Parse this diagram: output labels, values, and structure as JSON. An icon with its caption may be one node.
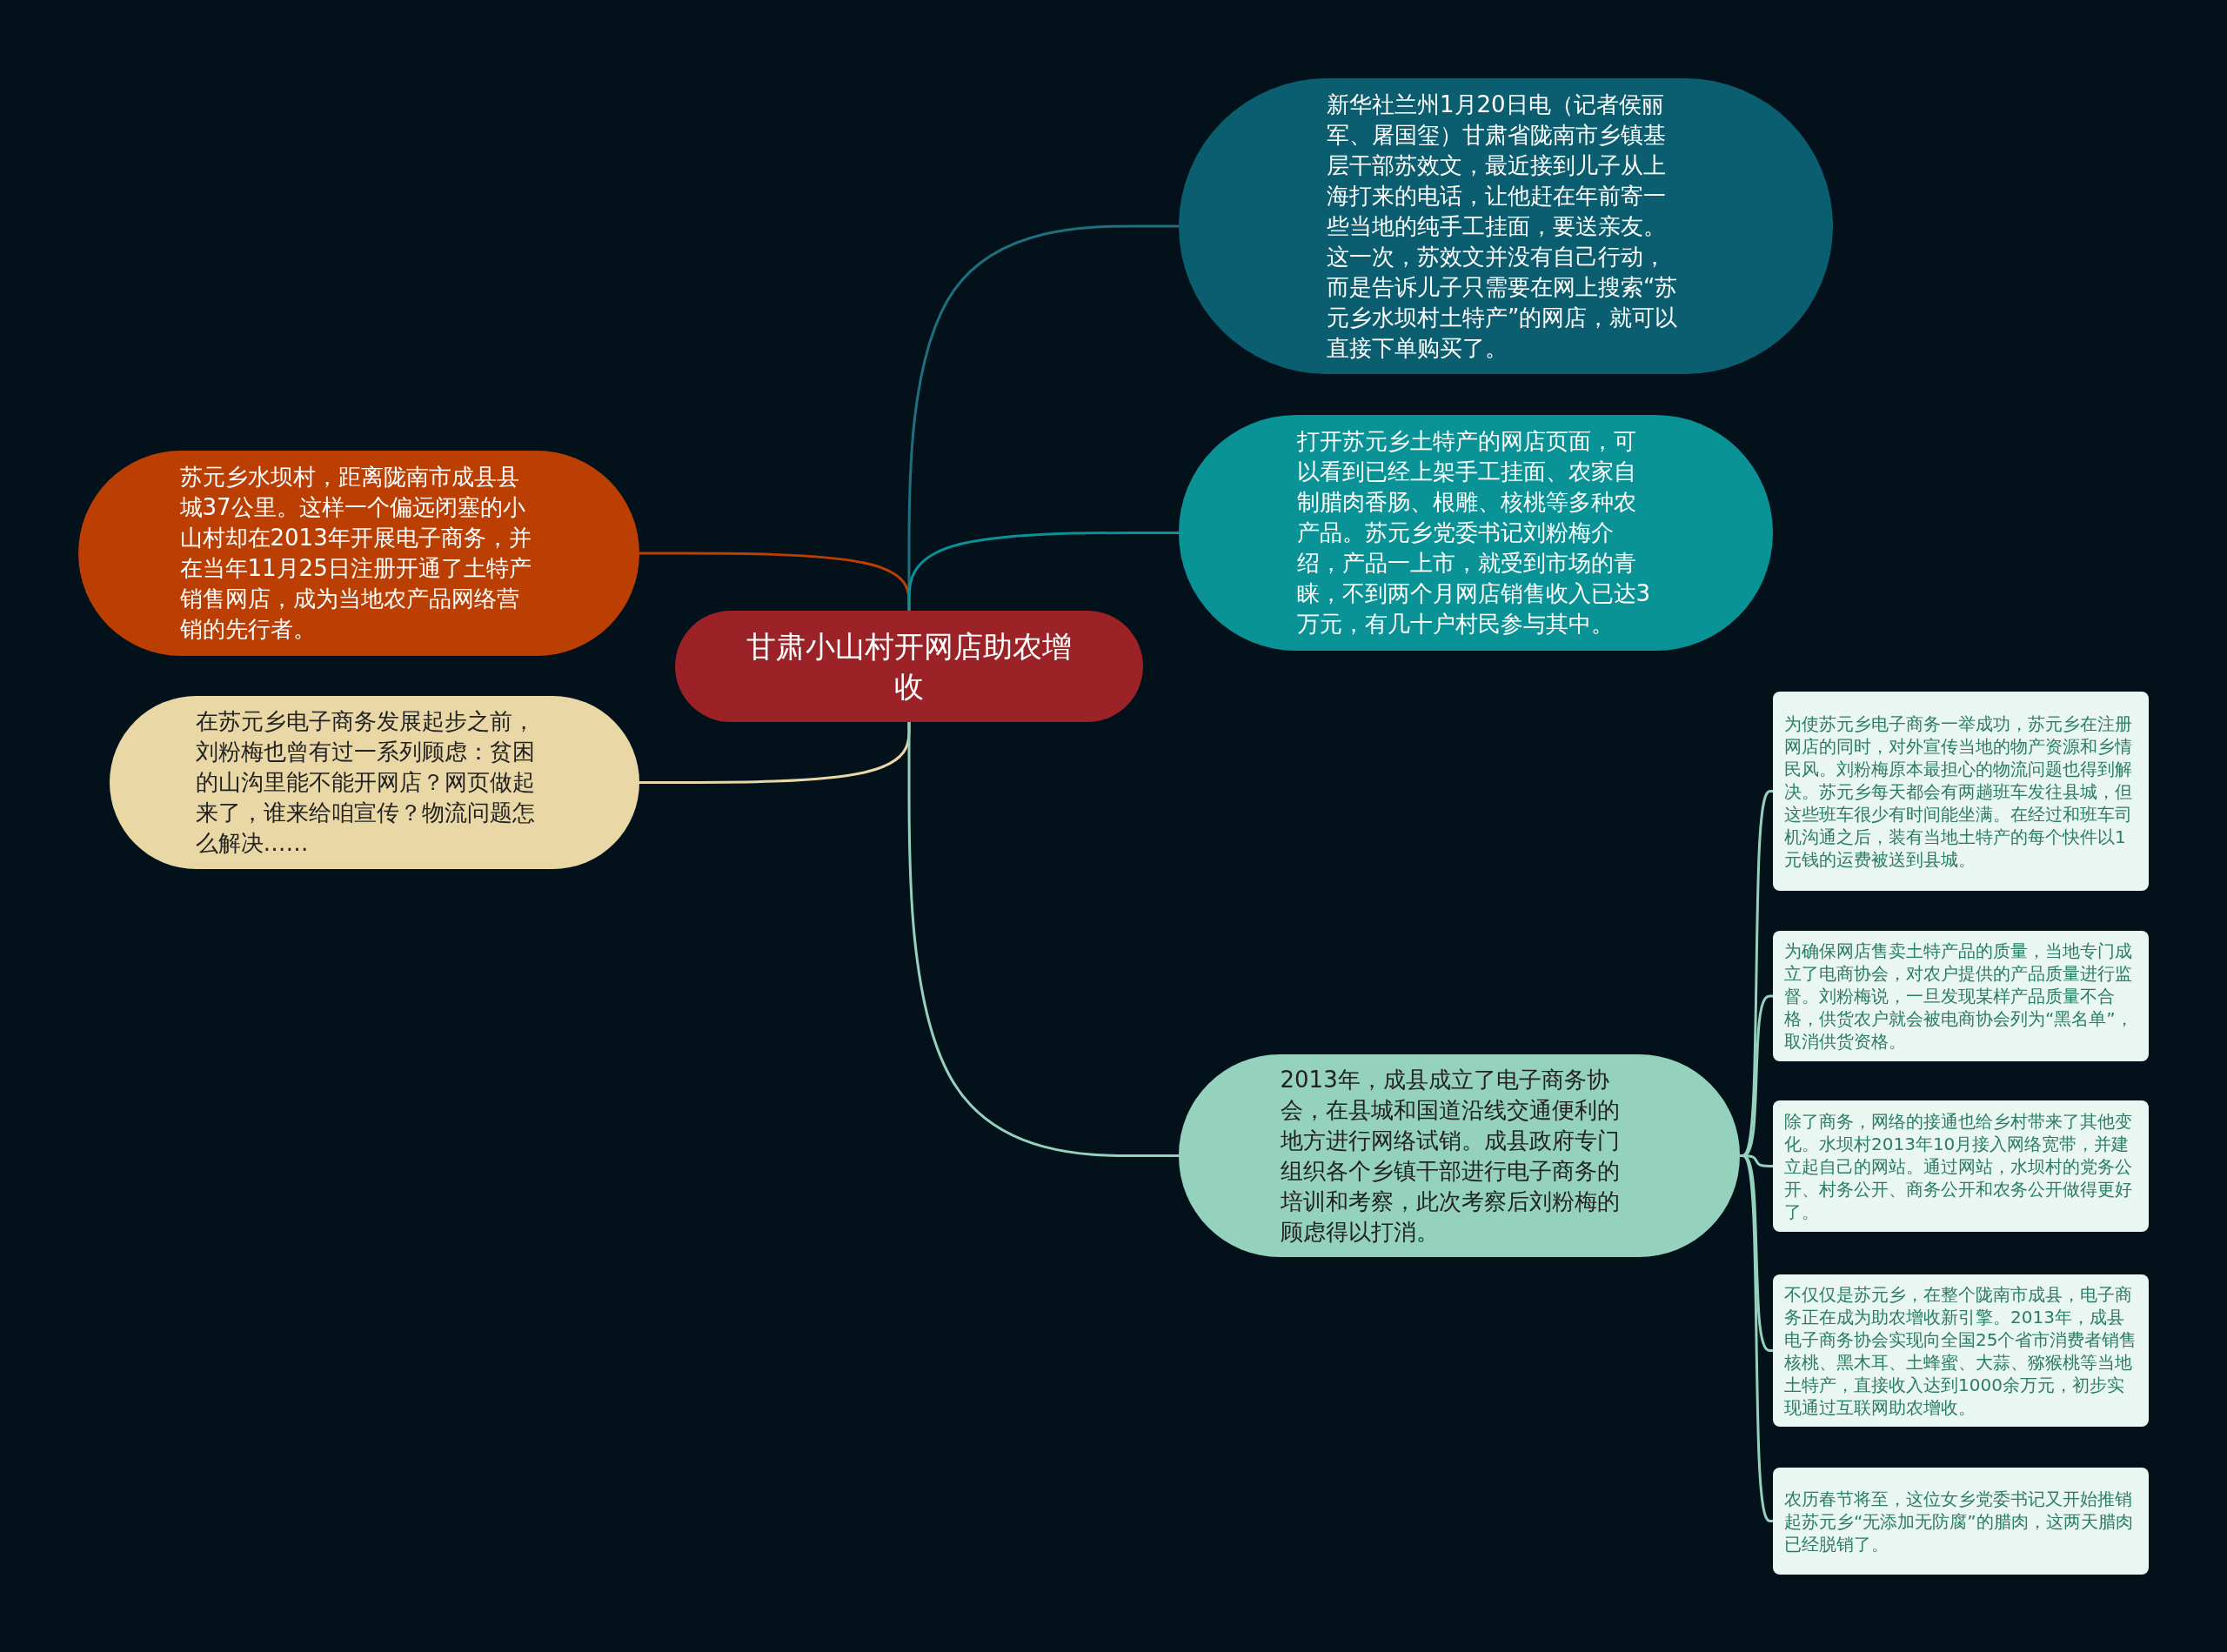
{
  "diagram": {
    "nodes": [
      {
        "text": [
          "甘肃小山村开网店助农增收"
        ]
      },
      {
        "text": [
          "新华社兰州1月20日电（记者侯丽军、屠国玺）甘肃省陇南市乡镇基层干部苏效文，最近接到儿子从上海打来的电话，让他赶在年前寄一些当地的纯手工挂面，要送亲友。这一次，苏效文并没有自己行动，而是告诉儿子只需要在网上搜索“苏元乡水坝村土特产”的网店，就可以直接下单购买了。"
        ]
      },
      {
        "text": [
          "苏元乡水坝村，距离陇南市成县县城37公里。这样一个偏远闭塞的小山村却在2013年开展电子商务，并在当年11月25日注册开通了土特产销售网店，成为当地农产品网络营销的先行者。"
        ]
      },
      {
        "text": [
          "打开苏元乡土特产的网店页面，可以看到已经上架手工挂面、农家自制腊肉香肠、根雕、核桃等多种农产品。苏元乡党委书记刘粉梅介绍，产品一上市，就受到市场的青睐，不到两个月网店销售收入已达3万元，有几十户村民参与其中。"
        ]
      },
      {
        "text": [
          "在苏元乡电子商务发展起步之前，刘粉梅也曾有过一系列顾虑：贫困的山沟里能不能开网店？网页做起来了，谁来给咱宣传？物流问题怎么解决……"
        ]
      },
      {
        "text": [
          "2013年，成县成立了电子商务协会，在县城和国道沿线交通便利的地方进行网络试销。成县政府专门组织各个乡镇干部进行电子商务的培训和考察，此次考察后刘粉梅的顾虑得以打消。"
        ]
      },
      {
        "text": [
          "为使苏元乡电子商务一举成功，苏元乡在注册网店的同时，对外宣传当地的物产资源和乡情民风。刘粉梅原本最担心的物流问题也得到解决。苏元乡每天都会有两趟班车发往县城，但这些班车很少有时间能坐满。在经过和班车司机沟通之后，装有当地土特产的每个快件以1元钱的运费被送到县城。"
        ]
      },
      {
        "text": [
          "为确保网店售卖土特产品的质量，当地专门成立了电商协会，对农户提供的产品质量进行监督。刘粉梅说，一旦发现某样产品质量不合格，供货农户就会被电商协会列为“黑名单”，取消供货资格。"
        ]
      },
      {
        "text": [
          "除了商务，网络的接通也给乡村带来了其他变化。水坝村2013年10月接入网络宽带，并建立起自己的网站。通过网站，水坝村的党务公开、村务公开、商务公开和农务公开做得更好了。"
        ]
      },
      {
        "text": [
          "不仅仅是苏元乡，在整个陇南市成县，电子商务正在成为助农增收新引擎。2013年，成县电子商务协会实现向全国25个省市消费者销售核桃、黑木耳、土蜂蜜、大蒜、猕猴桃等当地土特产，直接收入达到1000余万元，初步实现通过互联网助农增收。"
        ]
      },
      {
        "text": [
          "农历春节将至，这位女乡党委书记又开始推销起苏元乡“无添加无防腐”的腊肉，这两天腊肉已经脱销了。"
        ]
      }
    ],
    "edges": [
      {
        "from": 0,
        "to": 1,
        "arrow": "none",
        "color": "#1f6f80"
      },
      {
        "from": 0,
        "to": 2,
        "arrow": "none",
        "color": "#bb3e03"
      },
      {
        "from": 0,
        "to": 3,
        "arrow": "none",
        "color": "#0a9396"
      },
      {
        "from": 0,
        "to": 4,
        "arrow": "none",
        "color": "#e9d8a6"
      },
      {
        "from": 0,
        "to": 5,
        "arrow": "none"
      },
      {
        "from": 5,
        "to": 6,
        "arrow": "none"
      },
      {
        "from": 5,
        "to": 7,
        "arrow": "none"
      },
      {
        "from": 5,
        "to": 8,
        "arrow": "none"
      },
      {
        "from": 5,
        "to": 9,
        "arrow": "none"
      },
      {
        "from": 5,
        "to": 10,
        "arrow": "none"
      }
    ]
  }
}
